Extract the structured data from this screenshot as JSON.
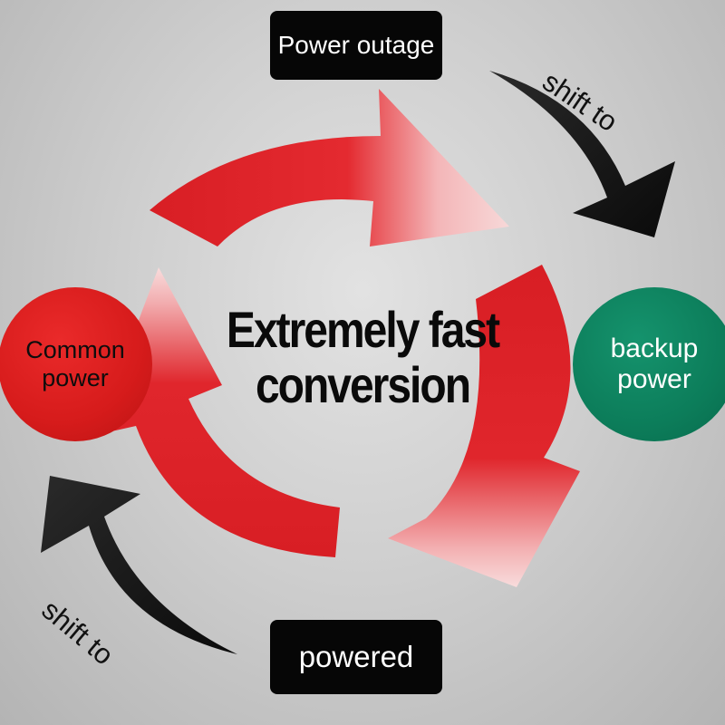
{
  "diagram": {
    "center_text_line1": "Extremely fast",
    "center_text_line2": "conversion",
    "top_box_label": "Power outage",
    "bottom_box_label": "powered",
    "left_circle_line1": "Common",
    "left_circle_line2": "power",
    "right_circle_line1": "backup",
    "right_circle_line2": "power",
    "top_right_arrow_label": "shift to",
    "bottom_left_arrow_label": "shift to"
  },
  "colors": {
    "cycle_arrow_red": "#e0242a",
    "common_power_red": "#d61b1b",
    "backup_power_green": "#0c7d5a",
    "shift_arrow_black": "#141414",
    "label_box_black": "#060606"
  }
}
